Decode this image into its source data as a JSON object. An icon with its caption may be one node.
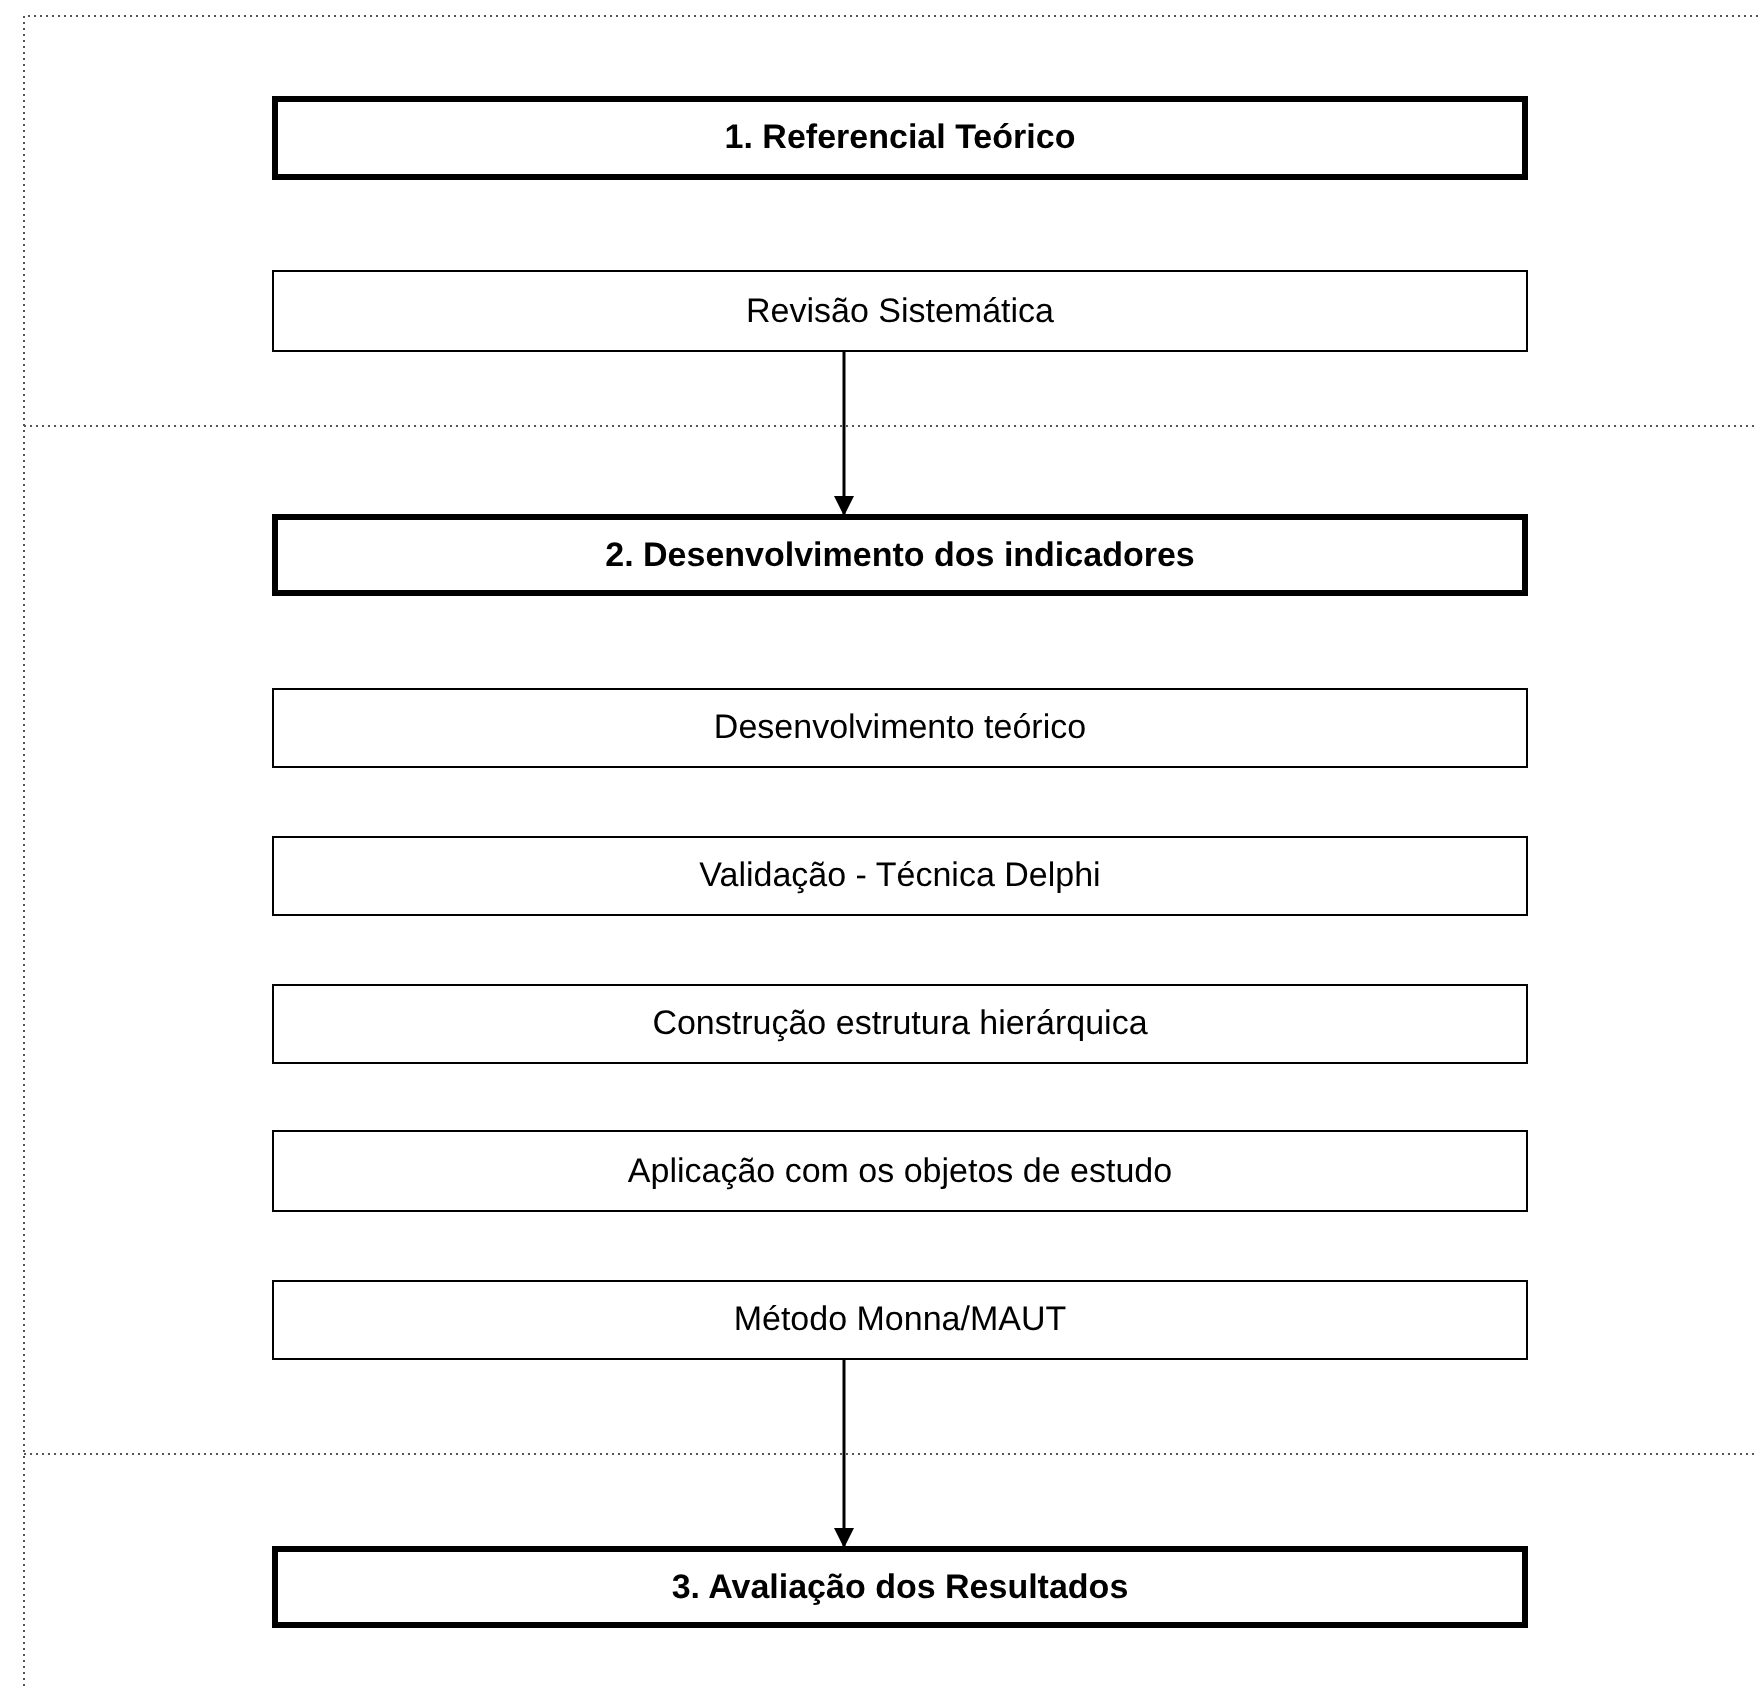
{
  "diagram": {
    "nodes": [
      {
        "text": [
          "1. Referencial Teórico"
        ]
      },
      {
        "text": [
          "Revisão Sistemática"
        ]
      },
      {
        "text": [
          "2. Desenvolvimento dos indicadores"
        ]
      },
      {
        "text": [
          "Desenvolvimento teórico"
        ]
      },
      {
        "text": [
          "Validação - Técnica Delphi"
        ]
      },
      {
        "text": [
          "Construção estrutura hierárquica"
        ]
      },
      {
        "text": [
          "Aplicação com os objetos de estudo"
        ]
      },
      {
        "text": [
          "Método Monna/MAUT"
        ]
      },
      {
        "text": [
          "3. Avaliação dos Resultados"
        ]
      }
    ],
    "edges": [
      {
        "from": 1,
        "to": 2,
        "arrow": "to"
      },
      {
        "from": 7,
        "to": 8,
        "arrow": "to"
      }
    ]
  }
}
